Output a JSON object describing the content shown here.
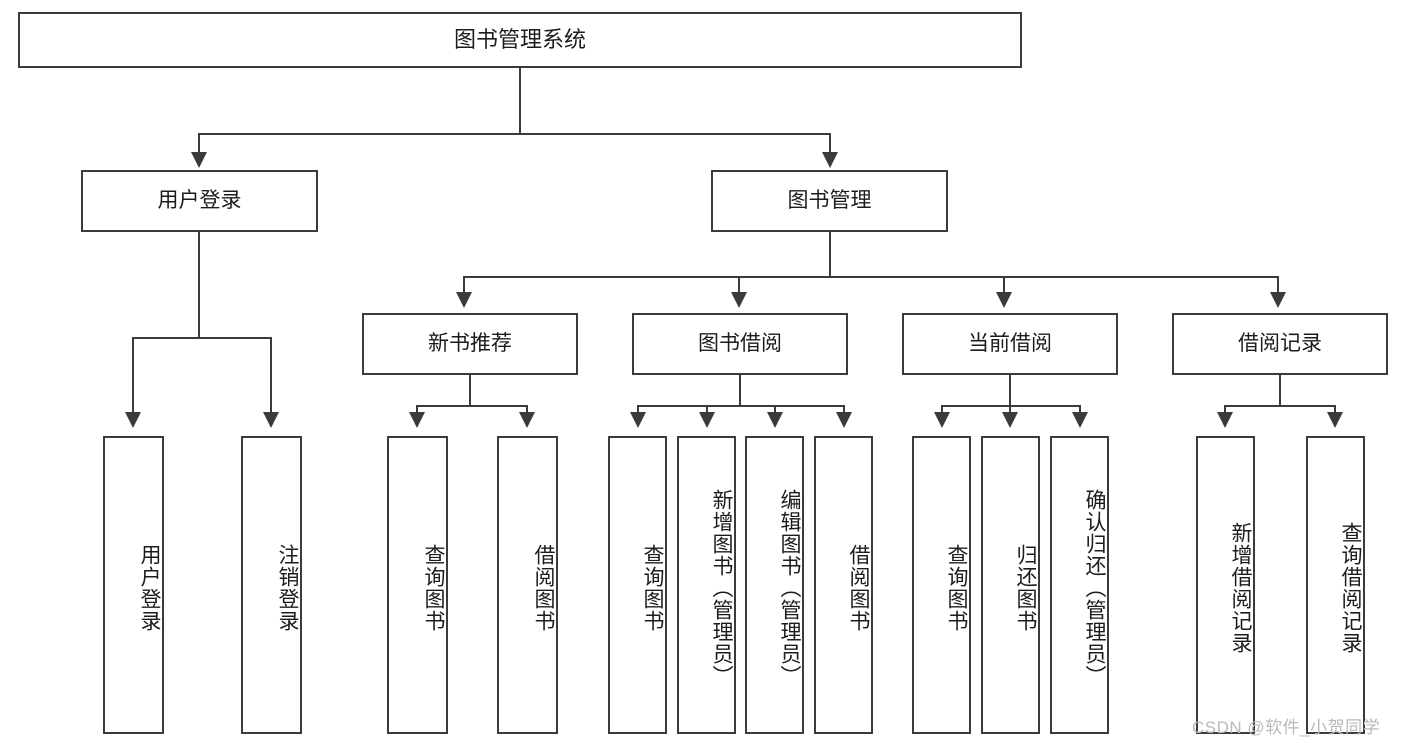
{
  "diagram": {
    "title": "图书管理系统",
    "type": "tree-hierarchy-diagram",
    "root": {
      "label": "图书管理系统"
    },
    "level2": [
      {
        "label": "用户登录"
      },
      {
        "label": "图书管理"
      }
    ],
    "level3": [
      {
        "label": "新书推荐"
      },
      {
        "label": "图书借阅"
      },
      {
        "label": "当前借阅"
      },
      {
        "label": "借阅记录"
      }
    ],
    "leaves": {
      "user_login": [
        {
          "label": "用户登录"
        },
        {
          "label": "注销登录"
        }
      ],
      "new_book_recommend": [
        {
          "label": "查询图书"
        },
        {
          "label": "借阅图书"
        }
      ],
      "book_borrow": [
        {
          "label": "查询图书"
        },
        {
          "label": "新增图书（管理员）"
        },
        {
          "label": "编辑图书（管理员）"
        },
        {
          "label": "借阅图书"
        }
      ],
      "current_borrow": [
        {
          "label": "查询图书"
        },
        {
          "label": "归还图书"
        },
        {
          "label": "确认归还（管理员）"
        }
      ],
      "borrow_record": [
        {
          "label": "新增借阅记录"
        },
        {
          "label": "查询借阅记录"
        }
      ]
    }
  },
  "watermark": {
    "text": "CSDN @软件_小贺同学"
  },
  "colors": {
    "stroke": "#3b3b3b",
    "text": "#1c1c1c",
    "background": "#ffffff",
    "watermark": "#b9b9b9"
  }
}
